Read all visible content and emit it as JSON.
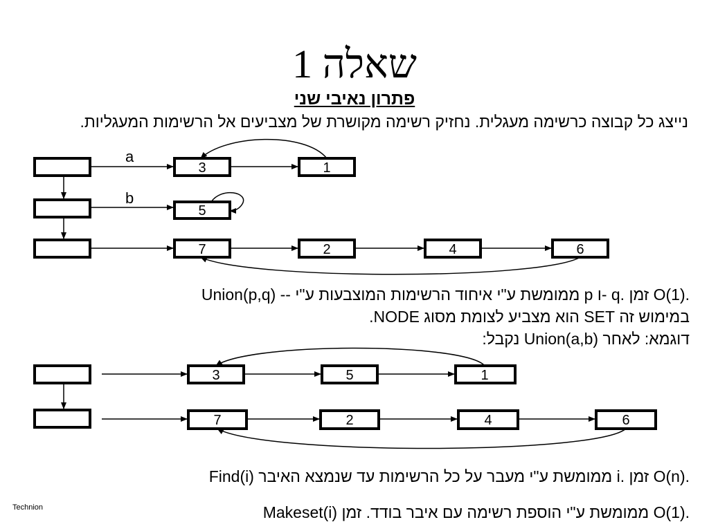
{
  "slide": {
    "title": "שאלה 1",
    "subtitle": "פתרון נאיבי שני",
    "intro": "נייצג כל קבוצה כרשימה מעגלית. נחזיק רשימה מקושרת של מצביעים אל הרשימות המעגליות.",
    "union_text": "Union(p,q) -- ממומשת ע\"י איחוד הרשימות המוצבעות ע\"י p ו- q. זמן O(1).",
    "set_text": "במימוש זה SET הוא מצביע לצומת מסוג NODE.",
    "example_text": "דוגמא: לאחר Union(a,b) נקבל:",
    "find_text": "Find(i) ממומשת ע\"י מעבר על כל הרשימות עד שנמצא האיבר i. זמן O(n).",
    "makeset_text": "Makeset(i) ממומשת ע\"י הוספת רשימה עם איבר בודד. זמן O(1).",
    "footer": "Technion"
  },
  "diagram1": {
    "edge_labels": [
      "a",
      "b"
    ],
    "nodes": [
      "3",
      "1",
      "5",
      "7",
      "2",
      "4",
      "6"
    ]
  },
  "diagram2": {
    "nodes": [
      "3",
      "5",
      "1",
      "7",
      "2",
      "4",
      "6"
    ]
  }
}
